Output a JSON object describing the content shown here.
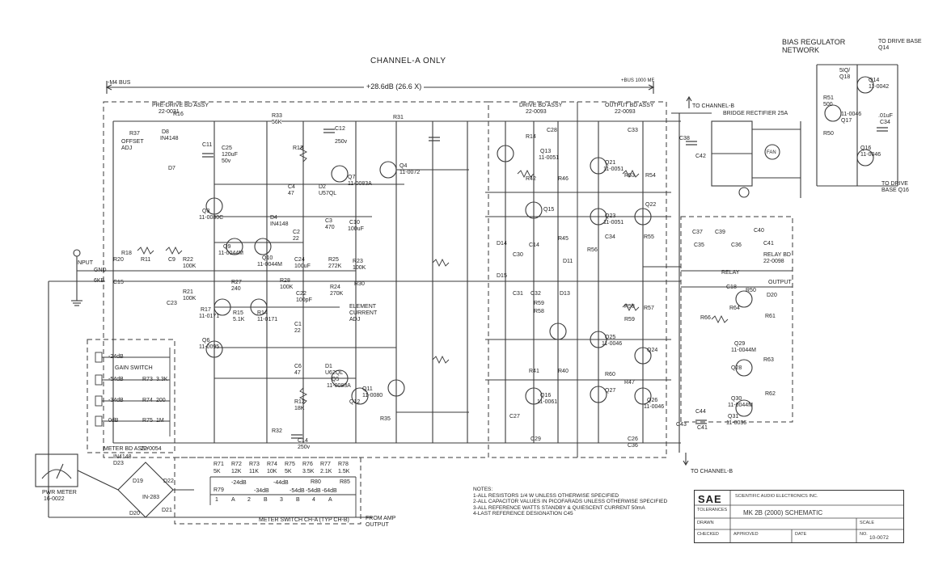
{
  "header": {
    "title": "CHANNEL-A ONLY",
    "gain": "+28.6dB (26.6 X)",
    "neg_bus": "-M4 BUS",
    "pos_bus": "+BUS 1000 MF"
  },
  "bias_regulator": {
    "title_line1": "BIAS REGULATOR",
    "title_line2": "NETWORK",
    "to_drive_top": "TO DRIVE BASE Q14",
    "to_drive_bottom": "TO DRIVE BASE Q16",
    "parts": [
      "5IQ/",
      "Q18",
      "R51",
      "500",
      "11-0046",
      "Q17",
      "R50",
      "Q16",
      "11-0046",
      "Q14",
      "11-0042",
      ".01uF",
      "C34"
    ]
  },
  "preamp": {
    "label": "PRE-DRIVE BD ASSY",
    "part": "22-0031",
    "parts": [
      "R37",
      "OFFSET ADJ",
      "D8",
      "IN4148",
      "C11",
      "C25",
      "120uF",
      "50v",
      "R16",
      "D7",
      "R13",
      "R33",
      "56K",
      "C12",
      "250v",
      "R31",
      "Q7",
      "11-0083A",
      "Q4",
      "11-0072",
      "C4",
      "47",
      "D2",
      "U57QL",
      "Q3",
      "11-0080C",
      "D4",
      "IN4148",
      "C2",
      "22",
      "C3",
      "470",
      "C10",
      "100uF",
      "Q9",
      "11-0044M",
      "Q10",
      "11-0044M",
      "C24",
      "100uF",
      "R25",
      "272K",
      "R23",
      "100K",
      "R22",
      "100K",
      "R21",
      "100K",
      "R27",
      "240",
      "R28",
      "100K",
      "R24",
      "270K",
      "R30",
      "ELEMENT CURRENT ADJ",
      "C22",
      "100pF",
      "R17",
      "11-0171",
      "R15",
      "5.1K",
      "R14",
      "11-0171",
      "C1",
      "22",
      "Q6",
      "11-0095",
      "C6",
      "47",
      "D1",
      "U62QL",
      "Q5",
      "11-0083A",
      "Q11",
      "11-0080",
      "Q12",
      "R12",
      "18K",
      "R32",
      "C14",
      "250v",
      "R35",
      "R18"
    ]
  },
  "input": {
    "input": "INPUT",
    "gnd": "GND",
    "6kb": "6KB",
    "r20": "R20",
    "r11": "R11",
    "c23": "C23",
    "c9": "C9",
    "c15": "C15"
  },
  "drive": {
    "label": "DRIVE BD ASSY",
    "part": "22-0093",
    "parts": [
      "C28",
      "R14",
      "Q13",
      "11-0051",
      "R42",
      "R46",
      "R45",
      "D11",
      "C14",
      "Q15",
      "C30",
      "C31",
      "C32",
      "R59",
      "R58",
      "D13",
      "D14",
      "D15",
      "Q16",
      "11-0061",
      "R41",
      "R40",
      "C27",
      "C29",
      "C26"
    ]
  },
  "output": {
    "label": "OUTPUT BD ASSY",
    "part": "22-0093",
    "parts": [
      "C33",
      "R53",
      "Q21",
      "11-0051",
      "R54",
      "Q22",
      "Q23",
      "11-0051",
      "C34",
      "R55",
      "R56",
      "R57",
      "R58",
      "R59",
      "Q25",
      "11-0046",
      "Q24",
      "R60",
      "Q26",
      "11-0046",
      "Q27",
      "R47",
      "C36"
    ]
  },
  "rectifier": {
    "to_channel_b_top": "TO CHANNEL-B",
    "bridge": "BRIDGE RECTIFIER 25A",
    "c38": "C38",
    "c42": "C42",
    "fan": "FAN",
    "to_channel_b_bottom": "TO CHANNEL-B",
    "c43": "C43",
    "c44": "C44",
    "c41": "C41"
  },
  "relay": {
    "label": "RELAY BD",
    "part": "22-0098",
    "parts": [
      "C37",
      "C39",
      "C40",
      "C41",
      "C35",
      "C36",
      "RELAY",
      "C18",
      "R50",
      "D20",
      "R64",
      "R66",
      "Q29",
      "11-0044M",
      "Q28",
      "Q30",
      "11-0044M",
      "Q31",
      "11-0036",
      "R63",
      "R62",
      "R61"
    ],
    "output": "OUTPUT"
  },
  "meter_bd": {
    "label": "METER BD ASSY",
    "part": "22-0054",
    "gain_switch": "GAIN SWITCH",
    "values": [
      "-24dB",
      "-54dB",
      "-34dB",
      "0dB"
    ],
    "resistors": [
      "R73",
      "R74",
      "R75"
    ],
    "resistor_values": [
      "3.3K",
      "200",
      "1M"
    ]
  },
  "meter": {
    "label": "PWR METER",
    "part": "16-0022",
    "diode": "IN4148",
    "parts": [
      "D23",
      "D19",
      "D22",
      "D20",
      "D21"
    ],
    "bridge": "IN-283"
  },
  "meter_switch": {
    "label": "METER SWITCH CH-A (TYP CH-B)",
    "resistor_labels": [
      "R71",
      "R72",
      "R73",
      "R74",
      "R75",
      "R76",
      "R77",
      "R78",
      "R79",
      "R80",
      "R85"
    ],
    "values": [
      "5K",
      "12K",
      "11K",
      "10K",
      "5K",
      "3.5K",
      "2.1K",
      "1.5K"
    ],
    "positions": [
      "1",
      "A",
      "2",
      "B",
      "3",
      "B",
      "4",
      "A"
    ],
    "db": [
      "-24dB",
      "-34dB",
      "-44dB",
      "-54dB",
      "-54dB",
      "-64dB"
    ],
    "from_amp": "FROM AMP OUTPUT"
  },
  "notes": {
    "heading": "NOTES:",
    "lines": [
      "1-ALL RESISTORS 1/4 W UNLESS OTHERWISE SPECIFIED",
      "2-ALL CAPACITOR VALUES IN PICOFARADS UNLESS OTHERWISE SPECIFIED",
      "3-ALL REFERENCE WATTS STANDBY & QUIESCENT CURRENT 50mA",
      "4-LAST REFERENCE DESIGNATION C45"
    ]
  },
  "title_block": {
    "logo": "SAE",
    "company": "SCIENTIFIC AUDIO ELECTRONICS INC.",
    "title": "MK 2B (2000) SCHEMATIC",
    "number": "10-0072",
    "fields": [
      "TOLERANCES",
      "DRAWN",
      "CHECKED",
      "APPROVED",
      "DATE",
      "SCALE",
      "NO."
    ]
  }
}
